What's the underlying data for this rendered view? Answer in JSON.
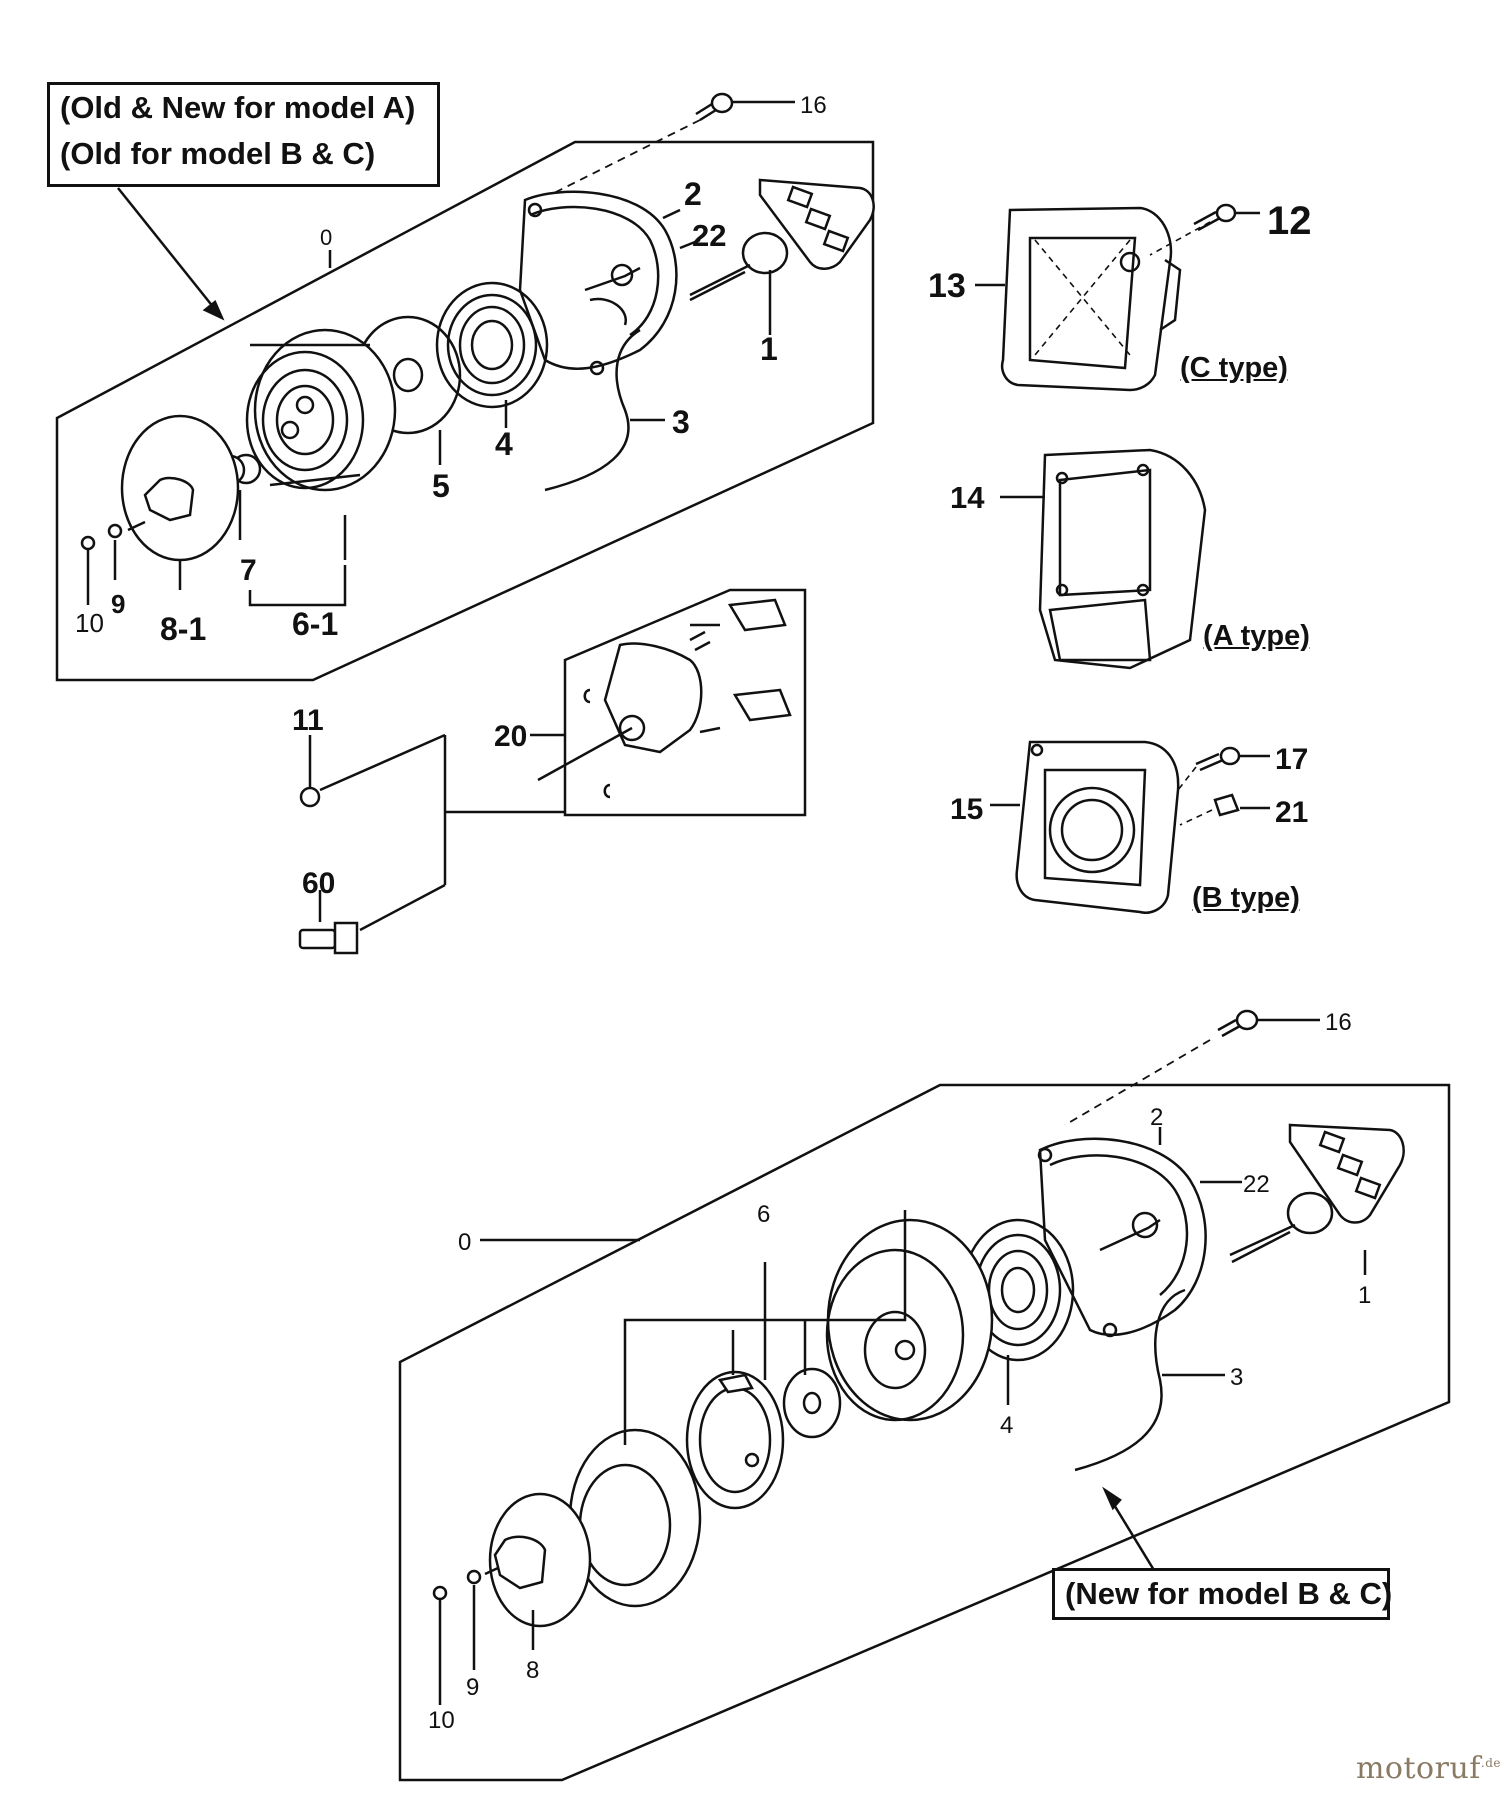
{
  "callouts": {
    "upper_line1": "(Old & New for model A)",
    "upper_line2": "(Old for model B & C)",
    "lower": "(New for model B & C)"
  },
  "types": {
    "c_type": "(C type)",
    "a_type": "(A type)",
    "b_type": "(B type)"
  },
  "parts": {
    "p16_top": "16",
    "p0_top": "0",
    "p2_top": "2",
    "p22_top": "22",
    "p1_top": "1",
    "p3_top": "3",
    "p4_top": "4",
    "p5": "5",
    "p7": "7",
    "p6_1": "6-1",
    "p8_1": "8-1",
    "p9_top": "9",
    "p10_top": "10",
    "p12": "12",
    "p13": "13",
    "p14": "14",
    "p15": "15",
    "p17": "17",
    "p21": "21",
    "p20": "20",
    "p11": "11",
    "p60": "60",
    "p16_bot": "16",
    "p2_bot": "2",
    "p22_bot": "22",
    "p0_bot": "0",
    "p6": "6",
    "p1_bot": "1",
    "p3_bot": "3",
    "p4_bot": "4",
    "p8": "8",
    "p9_bot": "9",
    "p10_bot": "10"
  },
  "watermark": "motoruf",
  "watermark_suffix": ".de"
}
